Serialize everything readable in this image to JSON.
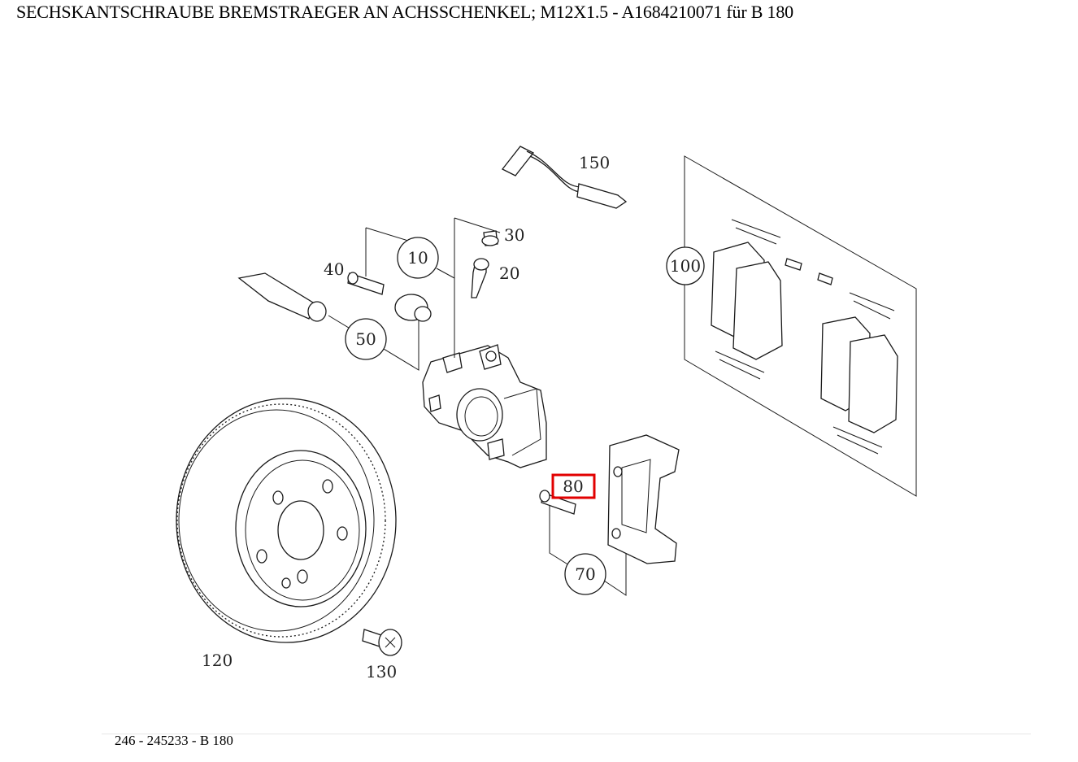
{
  "page": {
    "title": "SECHSKANTSCHRAUBE BREMSTRAEGER AN ACHSSCHENKEL; M12X1.5 - A1684210071 für B 180",
    "footer": "246 - 245233 - B 180"
  },
  "callouts": {
    "c10": "10",
    "c20": "20",
    "c30": "30",
    "c40": "40",
    "c50": "50",
    "c70": "70",
    "c80": "80",
    "c100": "100",
    "c120": "120",
    "c130": "130",
    "c150": "150"
  },
  "highlight": {
    "part": "80",
    "color": "#e20000"
  }
}
